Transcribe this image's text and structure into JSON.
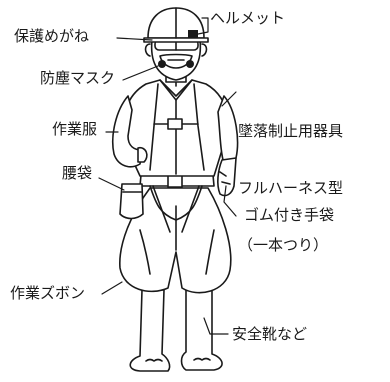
{
  "labels": {
    "goggles": "保護めがね",
    "helmet": "ヘルメット",
    "mask": "防塵マスク",
    "harness_line1": "墜落制止用器具",
    "harness_line2": "フルハーネス型",
    "harness_line3": "（一本つり）",
    "work_clothes": "作業服",
    "waist_bag": "腰袋",
    "gloves": "ゴム付き手袋",
    "work_pants": "作業ズボン",
    "safety_boots": "安全靴など"
  },
  "colors": {
    "line": "#1a1a1a",
    "fill": "#ffffff"
  }
}
